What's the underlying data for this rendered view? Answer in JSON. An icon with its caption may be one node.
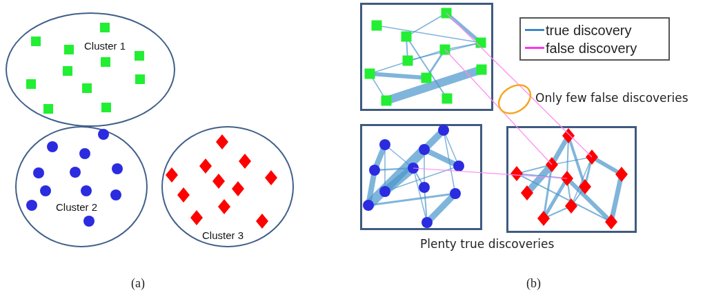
{
  "diagram": {
    "nodes": [
      {
        "text": [
          "Cluster 1"
        ]
      },
      {
        "text": [
          "Cluster 2"
        ]
      },
      {
        "text": [
          "Cluster 3"
        ]
      },
      {
        "text": [],
        "shape": "box"
      },
      {
        "text": [],
        "shape": "box"
      },
      {
        "text": [],
        "shape": "box"
      }
    ],
    "edges": [
      {
        "from": 3,
        "to": 5,
        "arrow": "none"
      },
      {
        "from": 3,
        "to": 5,
        "arrow": "none"
      },
      {
        "from": 4,
        "to": 5,
        "arrow": "none"
      }
    ],
    "labels": [
      "Only few false discoveries",
      "Plenty true discoveries",
      "(a)",
      "(b)"
    ],
    "legend": [
      {
        "text": "true discovery"
      },
      {
        "text": "false discovery"
      }
    ]
  }
}
